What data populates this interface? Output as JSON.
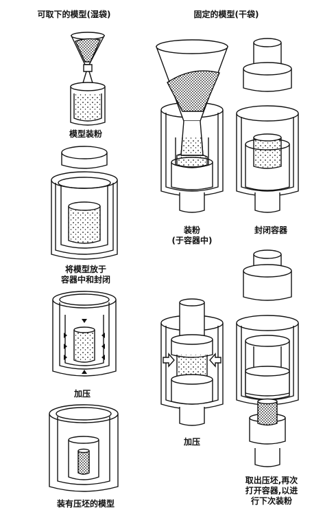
{
  "left_column": {
    "title": "可取下的模型(湿袋)",
    "step1": "模型装粉",
    "step2": [
      "将模型放于",
      "容器中和封闭"
    ],
    "step3": "加压",
    "step4": "装有压坯的模型"
  },
  "right_column": {
    "title": "固定的模型(干袋)",
    "step1": [
      "装粉",
      "(于容器中)"
    ],
    "step2": "封闭容器",
    "step3": "加压",
    "step4": [
      "取出压坯,再次",
      "打开容器,以进",
      "行下次装粉"
    ]
  }
}
